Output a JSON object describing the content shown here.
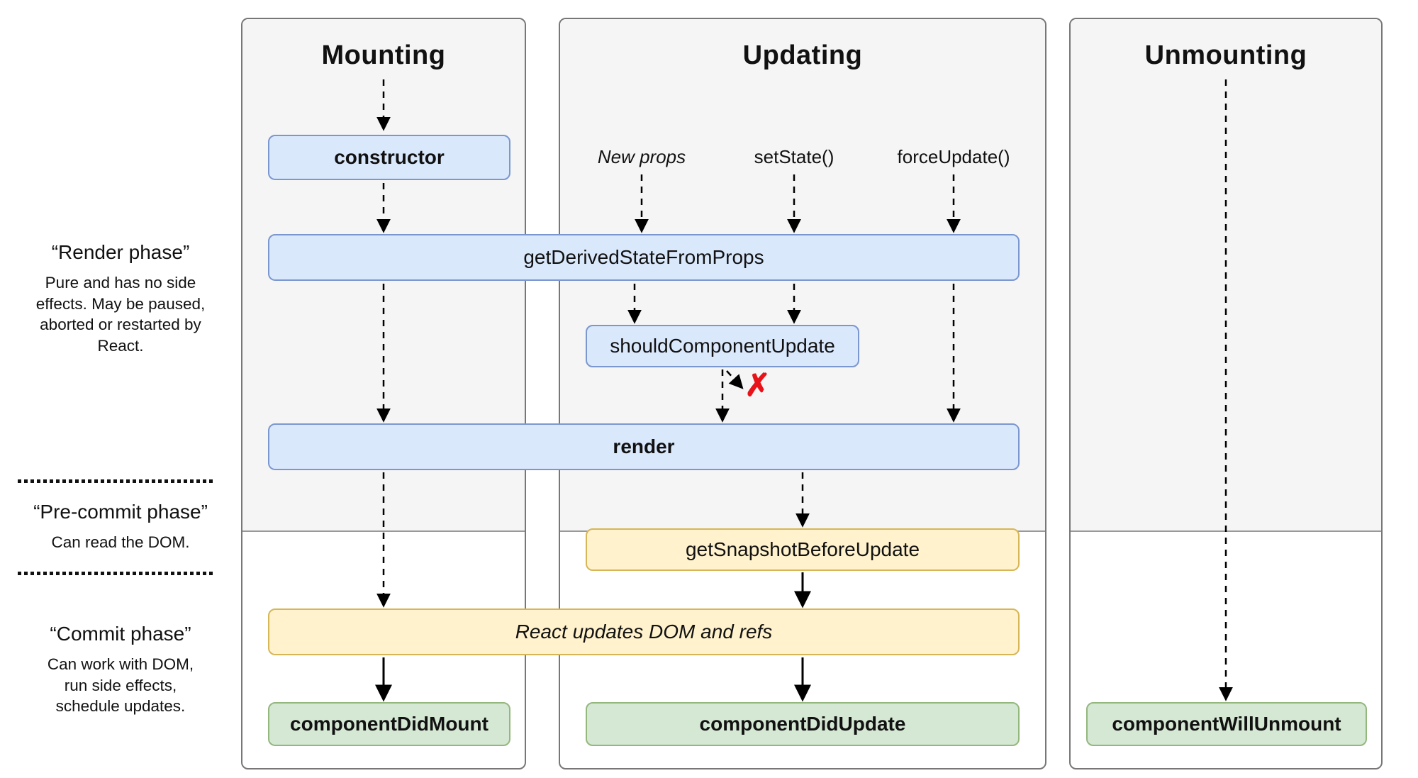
{
  "columns": {
    "mounting": {
      "title": "Mounting"
    },
    "updating": {
      "title": "Updating"
    },
    "unmounting": {
      "title": "Unmounting"
    }
  },
  "phases": {
    "render": {
      "title": "“Render phase”",
      "description": "Pure and has no side effects. May be paused, aborted or restarted by React."
    },
    "pre_commit": {
      "title": "“Pre-commit phase”",
      "description": "Can read the DOM."
    },
    "commit": {
      "title": "“Commit phase”",
      "description": "Can work with DOM, run side effects, schedule updates."
    }
  },
  "triggers": {
    "new_props": "New props",
    "set_state": "setState()",
    "force_update": "forceUpdate()"
  },
  "nodes": {
    "ctor": "constructor",
    "get_derived_state_from_props": "getDerivedStateFromProps",
    "should_component_update": "shouldComponentUpdate",
    "render_method": "render",
    "get_snapshot_before_update": "getSnapshotBeforeUpdate",
    "react_updates_dom": "React updates DOM and refs",
    "component_did_mount": "componentDidMount",
    "component_did_update": "componentDidUpdate",
    "component_will_unmount": "componentWillUnmount"
  },
  "icons": {
    "skip_render": "✗"
  },
  "colors": {
    "node_blue_fill": "#dae8fc",
    "node_blue_border": "#7b97cf",
    "node_yellow_fill": "#fff2cc",
    "node_yellow_border": "#d6b656",
    "node_green_fill": "#d5e8d4",
    "node_green_border": "#94b77e",
    "column_bg": "#f5f5f5",
    "column_border": "#777777",
    "arrow": "#000000",
    "skip_x": "#e81219"
  }
}
